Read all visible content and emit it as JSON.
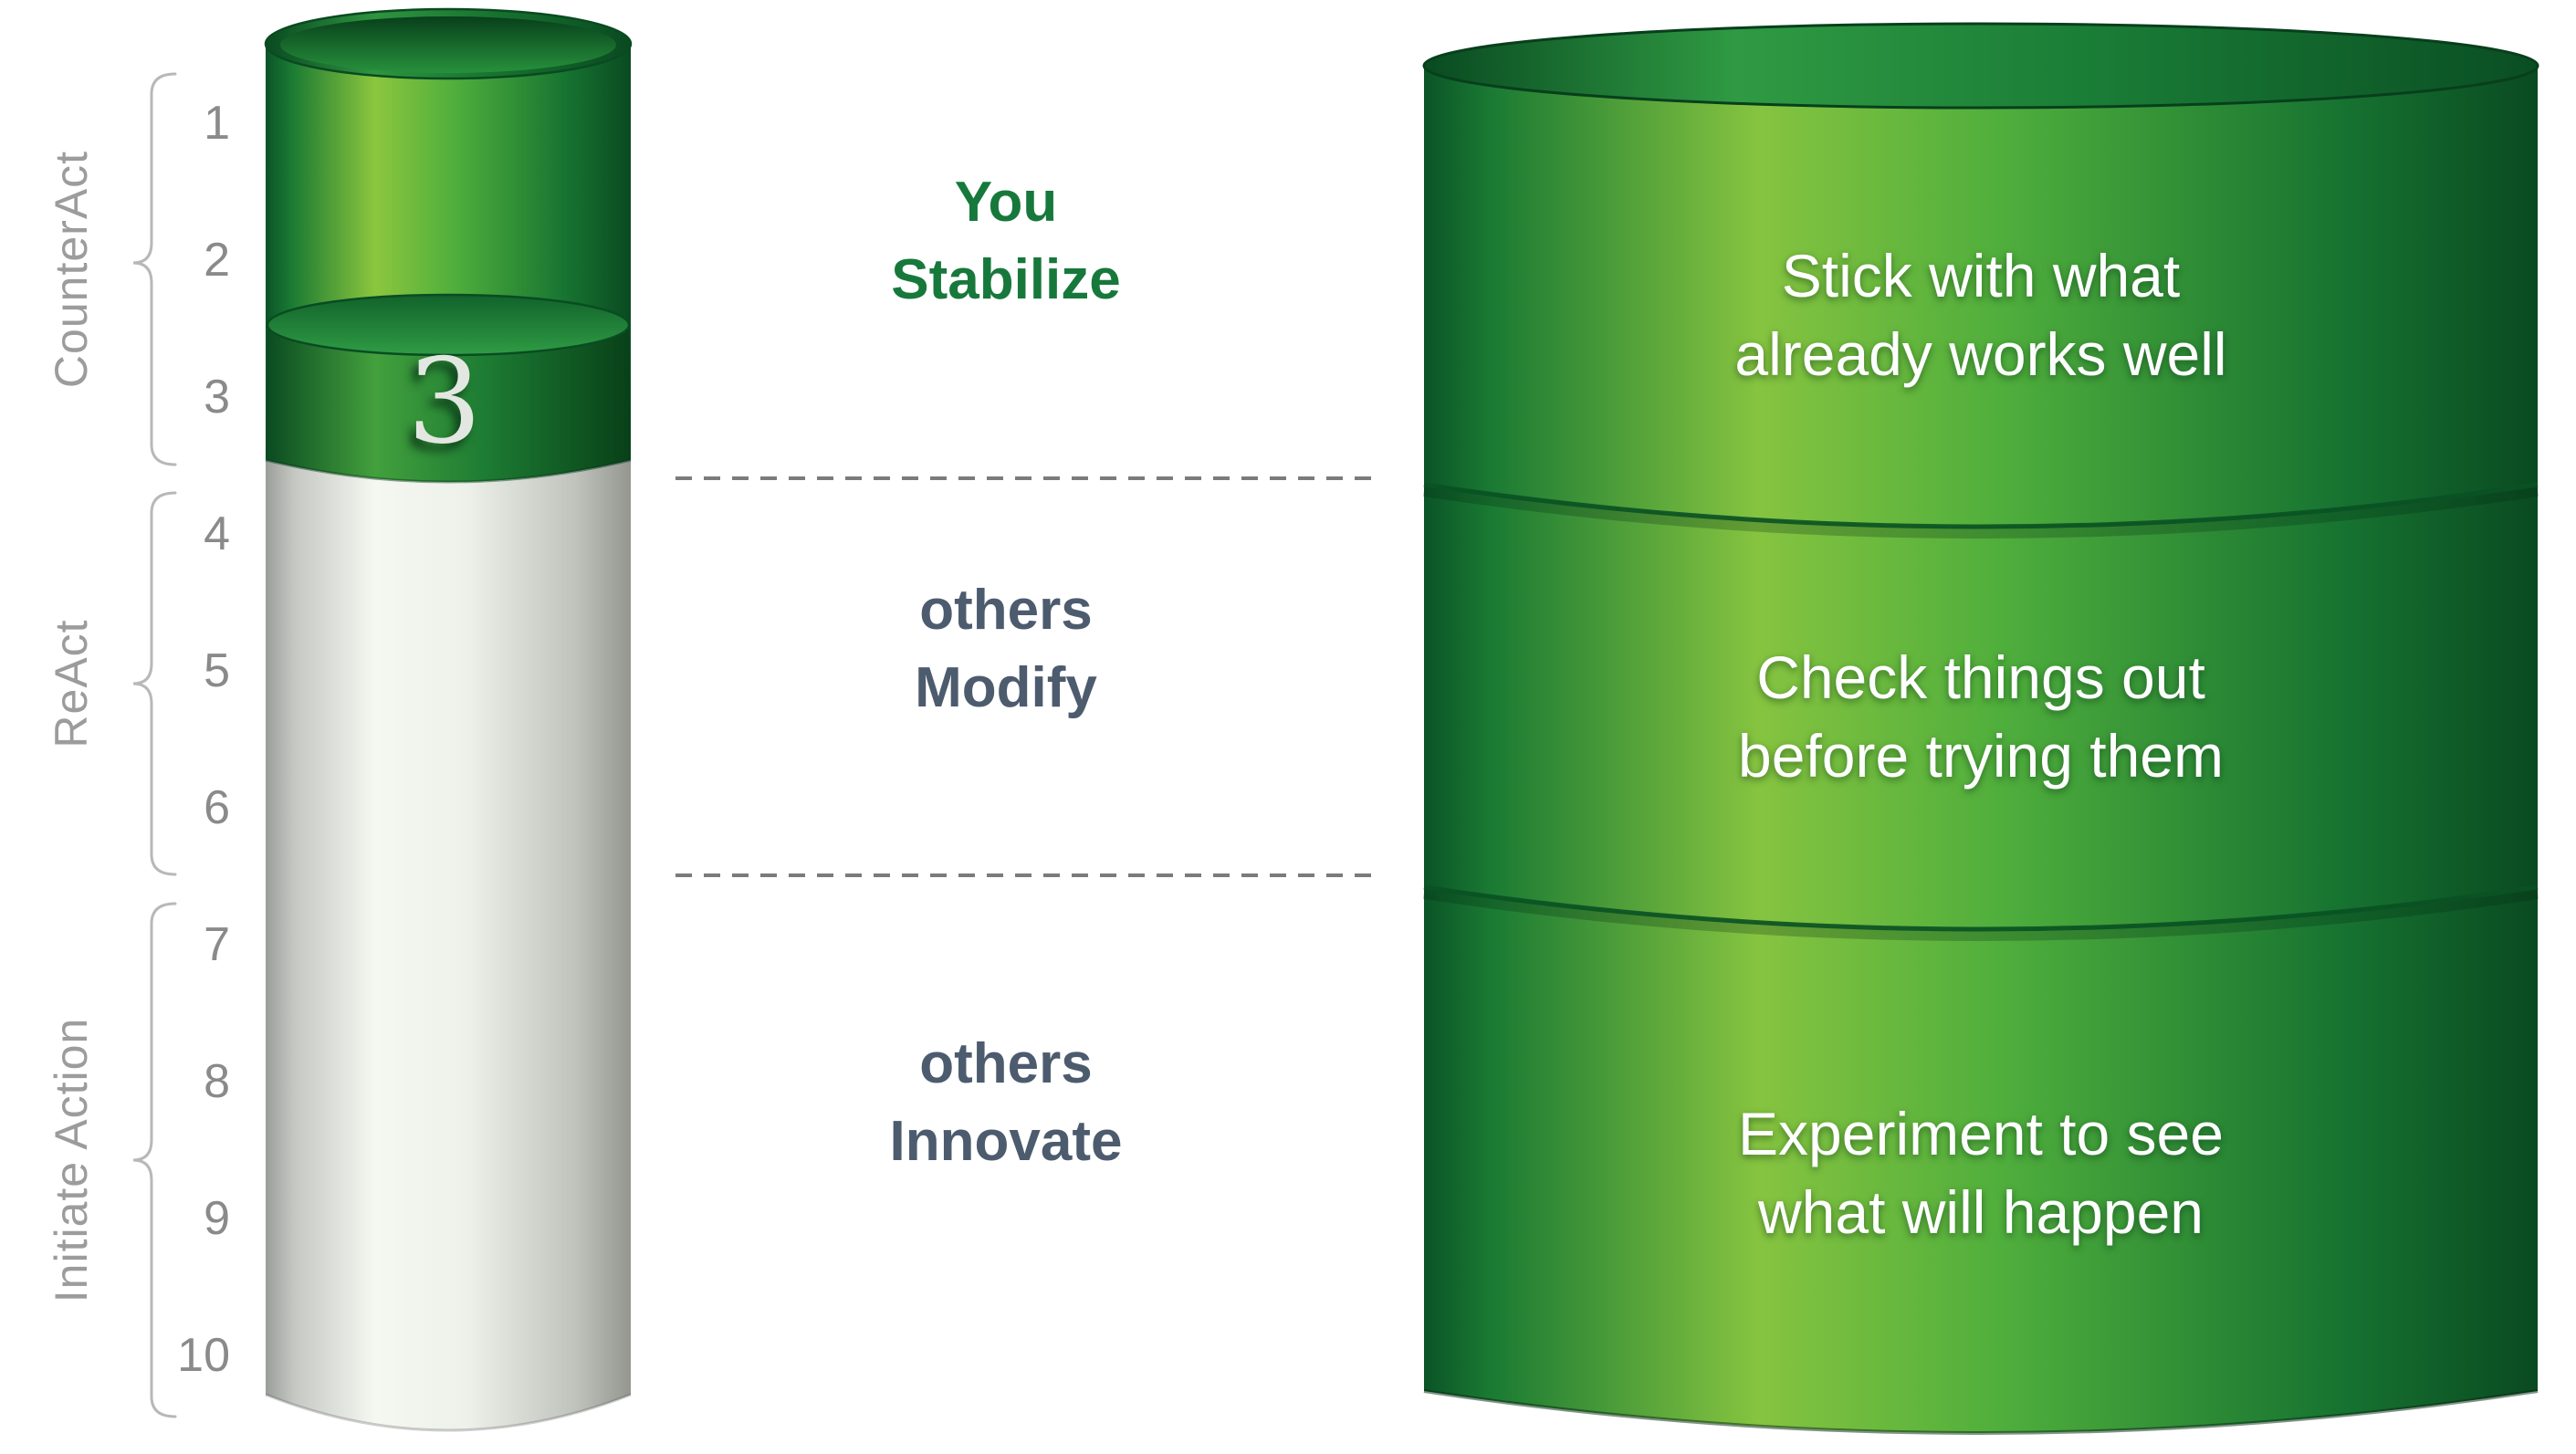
{
  "left_gauge": {
    "scale": [
      "1",
      "2",
      "3",
      "4",
      "5",
      "6",
      "7",
      "8",
      "9",
      "10"
    ],
    "score": "3",
    "brackets": [
      {
        "label": "CounterAct"
      },
      {
        "label": "ReAct"
      },
      {
        "label": "Initiate Action"
      }
    ]
  },
  "legend": {
    "sections": [
      {
        "subject": "You",
        "trait": "Stabilize"
      },
      {
        "subject": "others",
        "trait": "Modify"
      },
      {
        "subject": "others",
        "trait": "Innovate"
      }
    ]
  },
  "right_cylinder": {
    "sections": [
      {
        "line1": "Stick with what",
        "line2": "already works well"
      },
      {
        "line1": "Check things out",
        "line2": "before trying them"
      },
      {
        "line1": "Experiment to see",
        "line2": "what will happen"
      }
    ]
  },
  "colors": {
    "green_dark": "#0a4a21",
    "green_bright": "#8cc63e",
    "green_mid": "#2e9440",
    "gray_fill_light": "#f5f7f1",
    "gray_fill_dark": "#9b9d9a",
    "stabilize_text": "#17783c",
    "others_text": "#4d5b6e",
    "scale_text": "#8a8a8a",
    "bracket_gray": "#b8b8b8",
    "dash_gray": "#7b7b7b",
    "caption_text": "#ffffff",
    "score_text": "#e3e7e1"
  }
}
